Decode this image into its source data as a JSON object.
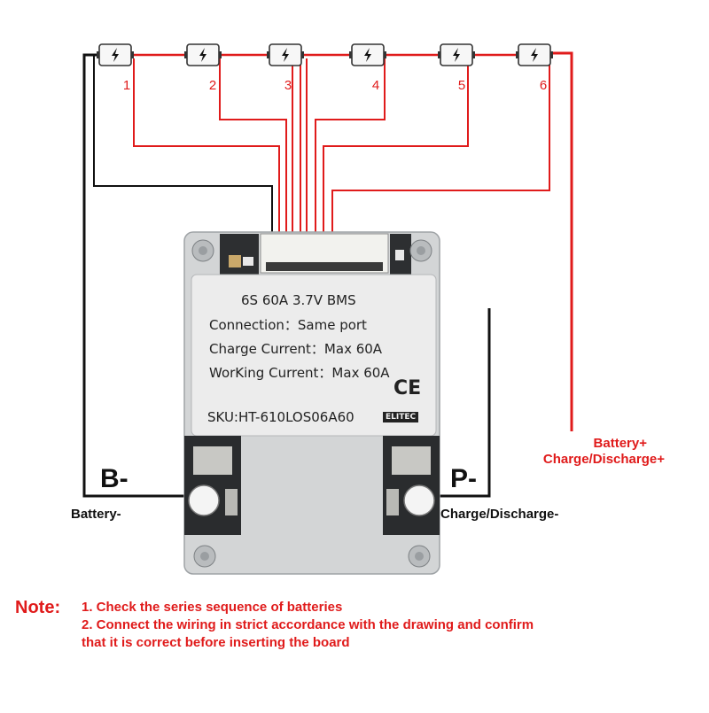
{
  "colors": {
    "wire_red": "#e01b1b",
    "wire_black": "#111111",
    "note_red": "#e01b1b",
    "board_metal": "#d3d5d6",
    "sticker": "#ececec"
  },
  "cells": {
    "icon": "battery-cell-icon",
    "labels": [
      "1",
      "2",
      "3",
      "4",
      "5",
      "6"
    ]
  },
  "board": {
    "sticker": {
      "title": "6S 60A 3.7V BMS",
      "connection": "Connection：Same port",
      "charge_current": "Charge Current：Max 60A",
      "working_current": "WorKing Current：Max 60A",
      "ce_mark": "CE",
      "sku": "SKU:HT-610LOS06A60",
      "brand": "ELITEC"
    }
  },
  "terminals": {
    "b_minus": "B-",
    "p_minus": "P-",
    "battery_minus": "Battery-",
    "charge_discharge_minus": "Charge/Discharge-",
    "battery_plus": "Battery+",
    "charge_discharge_plus": "Charge/Discharge+"
  },
  "note": {
    "title": "Note:",
    "line1": "1. Check the series sequence of batteries",
    "line2": "2. Connect the wiring in strict accordance with the drawing and confirm",
    "line3": "that it is correct before inserting the board"
  }
}
